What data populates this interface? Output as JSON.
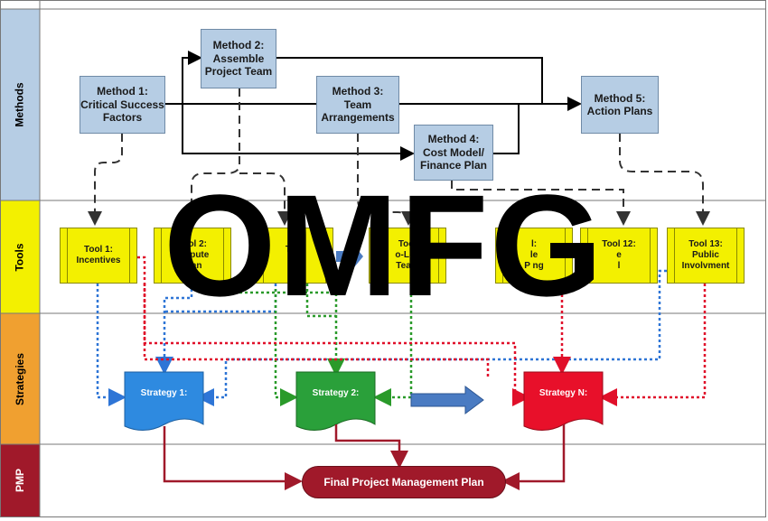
{
  "lanes": {
    "methods": "Methods",
    "tools": "Tools",
    "strategies": "Strategies",
    "pmp": "PMP"
  },
  "methods": {
    "m1": "Method 1:\nCritical Success\nFactors",
    "m2": "Method 2:\nAssemble\nProject Team",
    "m3": "Method 3:\nTeam\nArrangements",
    "m4": "Method 4:\nCost Model/\nFinance Plan",
    "m5": "Method 5:\nAction Plans"
  },
  "tools": {
    "t1": "Tool 1:\nIncentives",
    "t2": "Tool 2:\nDispute\nPlan",
    "t3": "Tool\nA        s",
    "t4": "Tool\no-Loc\nTeam",
    "t5": "l:\nle\nP      ng",
    "t6": "Tool 12:\ne\nl",
    "t7": "Tool 13:\nPublic\nInvolvment"
  },
  "strategies": {
    "s1": "Strategy 1:",
    "s2": "Strategy 2:",
    "sn": "Strategy N:"
  },
  "pmp": {
    "final": "Final Project Management Plan"
  },
  "watermark": "OMFG",
  "colors": {
    "methods_lane": "#b6cde4",
    "tools_lane": "#f3f000",
    "strategies_lane": "#f0a030",
    "pmp_lane": "#a0192a",
    "blue": "#2e75d6",
    "green": "#2a9a2a",
    "red": "#e0102a",
    "dark_red": "#a0192a"
  }
}
